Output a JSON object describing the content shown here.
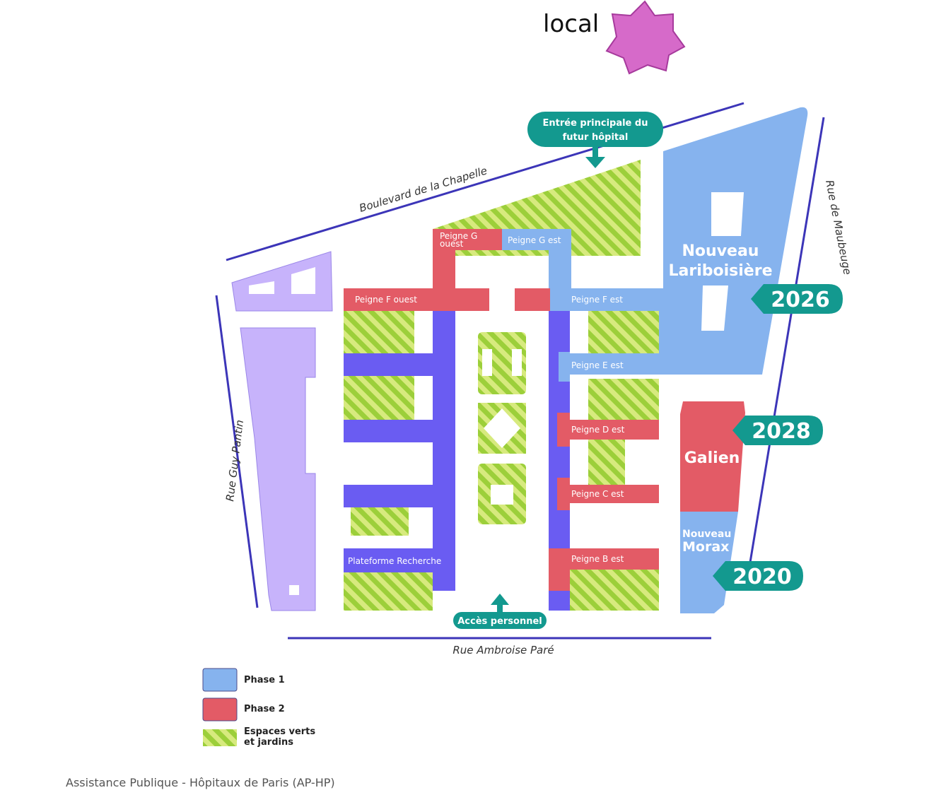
{
  "marker": {
    "label": "local",
    "icon": "star-marker-icon",
    "color": "#d66ac9"
  },
  "colors": {
    "phase1": "#86b3ee",
    "phase2": "#e35b66",
    "green": "#9ccf3a",
    "green_stripe": "#d7ea7e",
    "corridor": "#6a5cf2",
    "other": "#c7b3fb",
    "street": "#3c35b8",
    "teal": "#13998f"
  },
  "streets": {
    "north": "Boulevard de la Chapelle",
    "east": "Rue de Maubeuge",
    "south": "Rue Ambroise Paré",
    "west": "Rue Guy Pantin"
  },
  "entrances": {
    "main": [
      "Entrée principale du",
      "futur hôpital"
    ],
    "staff": "Accès personnel"
  },
  "buildings": {
    "lariboisiere": [
      "Nouveau",
      "Lariboisière"
    ],
    "galien": "Galien",
    "morax": [
      "Nouveau",
      "Morax"
    ],
    "peigne_g_ouest": [
      "Peigne G",
      "ouest"
    ],
    "peigne_g_est": "Peigne G est",
    "peigne_f_ouest": "Peigne F ouest",
    "peigne_f_est": "Peigne F est",
    "peigne_e_est": "Peigne E est",
    "peigne_d_est": "Peigne D est",
    "peigne_c_est": "Peigne C est",
    "peigne_b_est": "Peigne B est",
    "plateforme": "Plateforme Recherche"
  },
  "years": {
    "lariboisiere": "2026",
    "galien": "2028",
    "morax": "2020"
  },
  "legend": {
    "phase1": "Phase 1",
    "phase2": "Phase 2",
    "green": [
      "Espaces verts",
      "et jardins"
    ]
  },
  "credit": "Assistance Publique - Hôpitaux de Paris (AP-HP)"
}
